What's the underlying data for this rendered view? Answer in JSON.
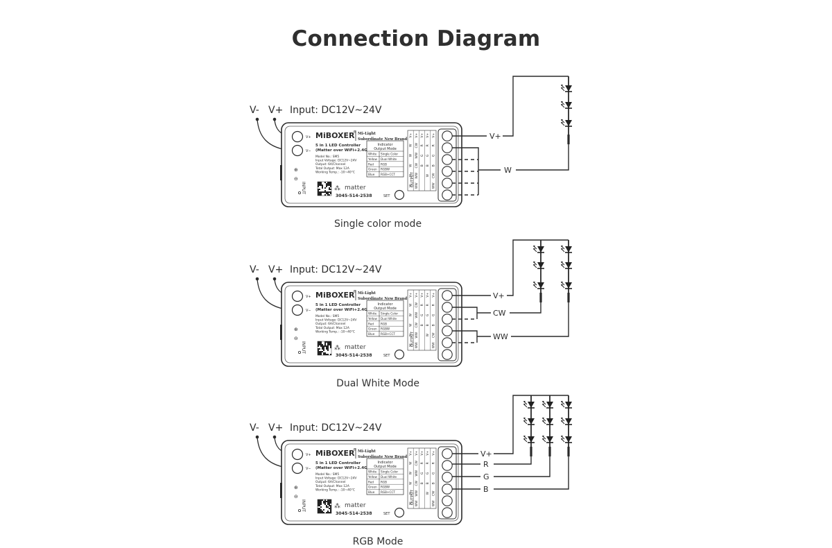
{
  "page": {
    "title": "Connection Diagram"
  },
  "input": {
    "vminus": "V-",
    "vplus": "V+",
    "label": "Input: DC12V~24V"
  },
  "controller": {
    "brand": "MiBOXER",
    "brand_mark": "®",
    "subbrand_line1": "Mi-Light",
    "subbrand_line2": "Subordinate New Brand",
    "product_line1": "5 in 1 LED Controller",
    "product_line2": "(Matter over WiFi+2.4G)",
    "specs": [
      "Model No.: SM5",
      "Input Voltage: DC12V~24V",
      "Output: 6A/Channel",
      "Total Output: Max 12A",
      "Working Temp.: -10~40°C"
    ],
    "indicator_header1": "Indicator",
    "indicator_header2": "Output Mode",
    "modes": [
      {
        "color": "White",
        "mode": "Single Color"
      },
      {
        "color": "Yellow",
        "mode": "Dual White"
      },
      {
        "color": "Red",
        "mode": "RGB"
      },
      {
        "color": "Green",
        "mode": "RGBW"
      },
      {
        "color": "Blue",
        "mode": "RGB+CCT"
      }
    ],
    "matter": "matter",
    "serial": "3045-514-2538",
    "set": "SET",
    "output_label": "OUTPUT",
    "input_side": "INPUT",
    "term_top": "V+",
    "term_bottom": "V−",
    "out_cols": [
      [
        "V+",
        "W",
        "W",
        "W",
        "W",
        "W"
      ],
      [
        "V+",
        "CW",
        "WW",
        "CW",
        "WW",
        "WW"
      ],
      [
        "V+",
        "R",
        "G",
        "B",
        "",
        ""
      ],
      [
        "V+",
        "R",
        "G",
        "B",
        "W",
        ""
      ],
      [
        "V+",
        "R",
        "G",
        "B",
        "CW",
        "WW"
      ]
    ]
  },
  "sections": [
    {
      "id": "single",
      "caption": "Single color mode",
      "outputs": [
        "V+",
        "W"
      ]
    },
    {
      "id": "dual",
      "caption": "Dual White Mode",
      "outputs": [
        "V+",
        "CW",
        "WW"
      ]
    },
    {
      "id": "rgb",
      "caption": "RGB Mode",
      "outputs": [
        "V+",
        "R",
        "G",
        "B"
      ]
    }
  ]
}
